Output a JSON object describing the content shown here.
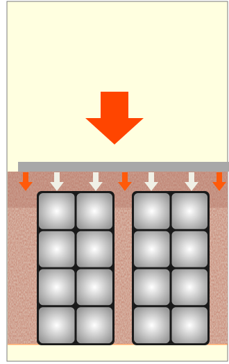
{
  "diagram": {
    "colors": {
      "background": "#ffffe0",
      "border": "#7a7a7a",
      "main_arrow": "#ff4500",
      "small_arrow_orange": "#ff5a0a",
      "small_arrow_light": "#f0f0e6",
      "pressure_plate": "#a8a8a8",
      "substrate_dark": "#8b3a2a",
      "substrate_light": "#d9b8a8",
      "surface_band": "#b07060",
      "tile_outline": "#1a1a1a",
      "tile_center": "#ffffff",
      "tile_edge": "#9a9a9a"
    },
    "columns": [
      {
        "rows": 4,
        "cols": 2
      },
      {
        "rows": 4,
        "cols": 2
      }
    ],
    "small_arrows_pattern": [
      "orange",
      "light",
      "light",
      "orange",
      "light",
      "light",
      "orange"
    ]
  }
}
